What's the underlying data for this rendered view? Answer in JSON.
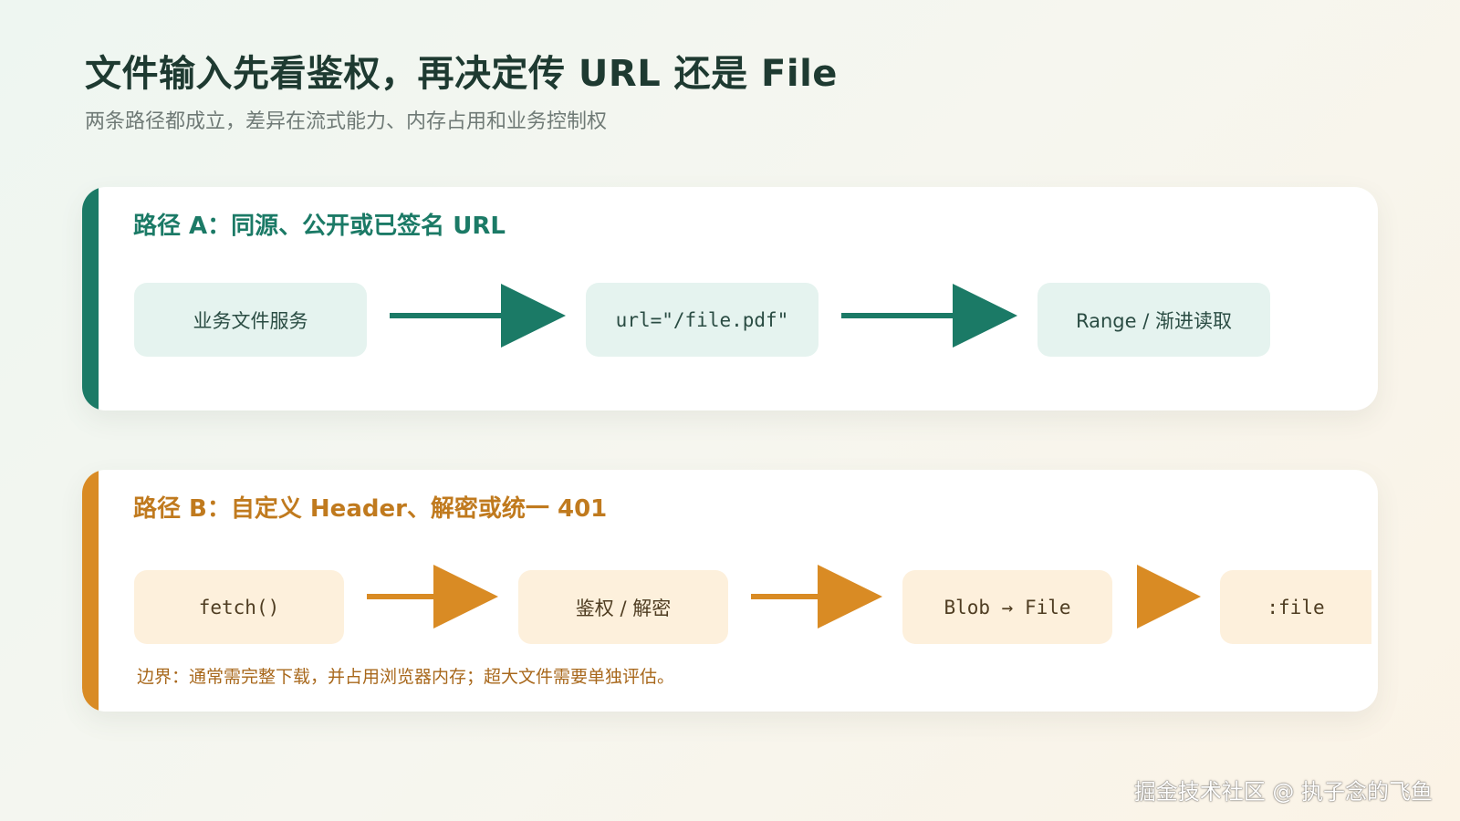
{
  "title": "文件输入先看鉴权，再决定传 URL 还是 File",
  "subtitle": "两条路径都成立，差异在流式能力、内存占用和业务控制权",
  "colors": {
    "path_a_accent": "#1b7a66",
    "path_b_accent": "#d98b24",
    "path_a_node_bg": "#e5f3ef",
    "path_b_node_bg": "#fdf0dc"
  },
  "path_a": {
    "title": "路径 A：同源、公开或已签名 URL",
    "nodes": [
      "业务文件服务",
      "url=\"/file.pdf\"",
      "Range / 渐进读取"
    ]
  },
  "path_b": {
    "title": "路径 B：自定义 Header、解密或统一 401",
    "nodes": [
      "fetch()",
      "鉴权 / 解密",
      "Blob → File",
      ":file"
    ],
    "note": "边界：通常需完整下载，并占用浏览器内存；超大文件需要单独评估。"
  },
  "watermark": "掘金技术社区 @ 执子念的飞鱼"
}
